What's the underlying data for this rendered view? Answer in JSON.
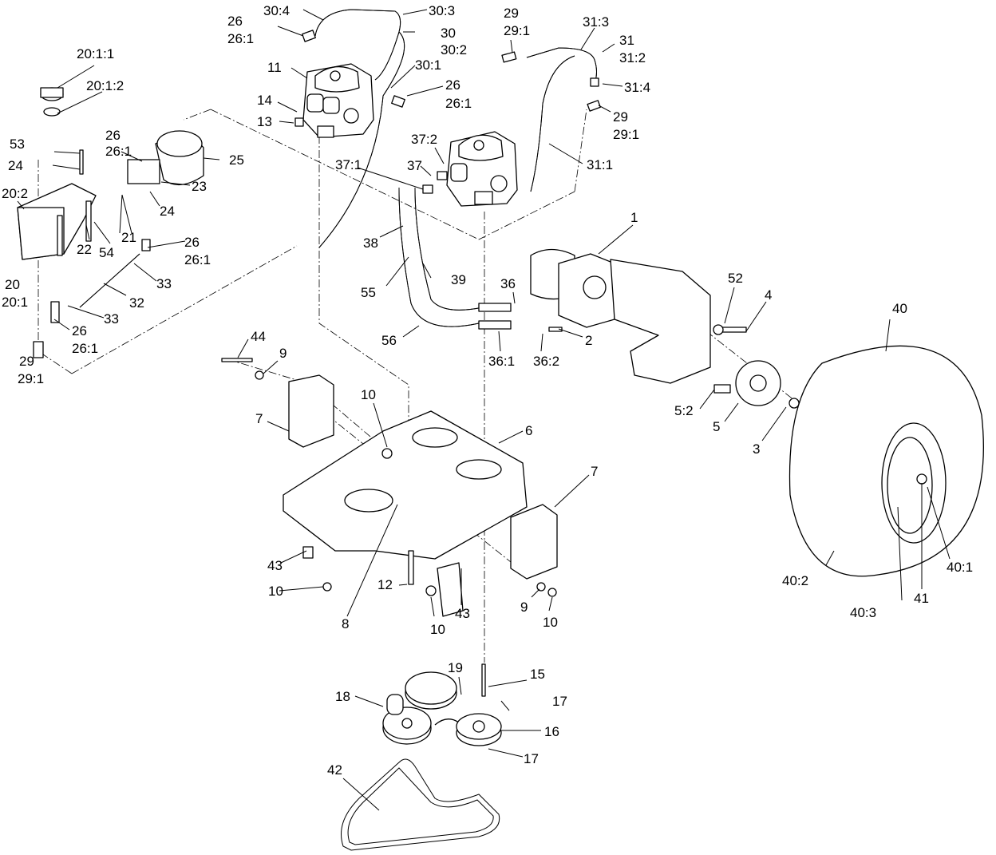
{
  "colors": {
    "line": "#000000",
    "background": "#ffffff"
  },
  "callouts": [
    {
      "id": "c1",
      "text": "1"
    },
    {
      "id": "c2",
      "text": "2"
    },
    {
      "id": "c3",
      "text": "3"
    },
    {
      "id": "c4",
      "text": "4"
    },
    {
      "id": "c5",
      "text": "5"
    },
    {
      "id": "c5_2",
      "text": "5:2"
    },
    {
      "id": "c6",
      "text": "6"
    },
    {
      "id": "c7a",
      "text": "7"
    },
    {
      "id": "c7b",
      "text": "7"
    },
    {
      "id": "c8",
      "text": "8"
    },
    {
      "id": "c9a",
      "text": "9"
    },
    {
      "id": "c9b",
      "text": "9"
    },
    {
      "id": "c10a",
      "text": "10"
    },
    {
      "id": "c10b",
      "text": "10"
    },
    {
      "id": "c10c",
      "text": "10"
    },
    {
      "id": "c10d",
      "text": "10"
    },
    {
      "id": "c11",
      "text": "11"
    },
    {
      "id": "c12",
      "text": "12"
    },
    {
      "id": "c13",
      "text": "13"
    },
    {
      "id": "c14",
      "text": "14"
    },
    {
      "id": "c15",
      "text": "15"
    },
    {
      "id": "c16",
      "text": "16"
    },
    {
      "id": "c17a",
      "text": "17"
    },
    {
      "id": "c17b",
      "text": "17"
    },
    {
      "id": "c18",
      "text": "18"
    },
    {
      "id": "c19",
      "text": "19"
    },
    {
      "id": "c20_1_1",
      "text": "20:1:1"
    },
    {
      "id": "c20_1_2",
      "text": "20:1:2"
    },
    {
      "id": "c20_2",
      "text": "20:2"
    },
    {
      "id": "c20",
      "text": "20"
    },
    {
      "id": "c20_1",
      "text": "20:1"
    },
    {
      "id": "c21",
      "text": "21"
    },
    {
      "id": "c22",
      "text": "22"
    },
    {
      "id": "c23",
      "text": "23"
    },
    {
      "id": "c24a",
      "text": "24"
    },
    {
      "id": "c24b",
      "text": "24"
    },
    {
      "id": "c25",
      "text": "25"
    },
    {
      "id": "c26a",
      "text": "26"
    },
    {
      "id": "c26_1a",
      "text": "26:1"
    },
    {
      "id": "c26b",
      "text": "26"
    },
    {
      "id": "c26_1b",
      "text": "26:1"
    },
    {
      "id": "c26c",
      "text": "26"
    },
    {
      "id": "c26_1c",
      "text": "26:1"
    },
    {
      "id": "c26d",
      "text": "26"
    },
    {
      "id": "c26_1d",
      "text": "26:1"
    },
    {
      "id": "c26e",
      "text": "26"
    },
    {
      "id": "c26_1e",
      "text": "26:1"
    },
    {
      "id": "c29a",
      "text": "29"
    },
    {
      "id": "c29_1a",
      "text": "29:1"
    },
    {
      "id": "c29b",
      "text": "29"
    },
    {
      "id": "c29_1b",
      "text": "29:1"
    },
    {
      "id": "c29c",
      "text": "29"
    },
    {
      "id": "c29_1c",
      "text": "29:1"
    },
    {
      "id": "c30_4",
      "text": "30:4"
    },
    {
      "id": "c30_3",
      "text": "30:3"
    },
    {
      "id": "c30",
      "text": "30"
    },
    {
      "id": "c30_2",
      "text": "30:2"
    },
    {
      "id": "c30_1",
      "text": "30:1"
    },
    {
      "id": "c31_3",
      "text": "31:3"
    },
    {
      "id": "c31",
      "text": "31"
    },
    {
      "id": "c31_2",
      "text": "31:2"
    },
    {
      "id": "c31_4",
      "text": "31:4"
    },
    {
      "id": "c31_1",
      "text": "31:1"
    },
    {
      "id": "c32",
      "text": "32"
    },
    {
      "id": "c33a",
      "text": "33"
    },
    {
      "id": "c33b",
      "text": "33"
    },
    {
      "id": "c36",
      "text": "36"
    },
    {
      "id": "c36_1",
      "text": "36:1"
    },
    {
      "id": "c36_2",
      "text": "36:2"
    },
    {
      "id": "c37_2",
      "text": "37:2"
    },
    {
      "id": "c37_1",
      "text": "37:1"
    },
    {
      "id": "c37",
      "text": "37"
    },
    {
      "id": "c38",
      "text": "38"
    },
    {
      "id": "c39",
      "text": "39"
    },
    {
      "id": "c40",
      "text": "40"
    },
    {
      "id": "c40_1",
      "text": "40:1"
    },
    {
      "id": "c40_2",
      "text": "40:2"
    },
    {
      "id": "c40_3",
      "text": "40:3"
    },
    {
      "id": "c41",
      "text": "41"
    },
    {
      "id": "c42",
      "text": "42"
    },
    {
      "id": "c43a",
      "text": "43"
    },
    {
      "id": "c43b",
      "text": "43"
    },
    {
      "id": "c44",
      "text": "44"
    },
    {
      "id": "c52",
      "text": "52"
    },
    {
      "id": "c53",
      "text": "53"
    },
    {
      "id": "c54",
      "text": "54"
    },
    {
      "id": "c55",
      "text": "55"
    },
    {
      "id": "c56",
      "text": "56"
    }
  ]
}
